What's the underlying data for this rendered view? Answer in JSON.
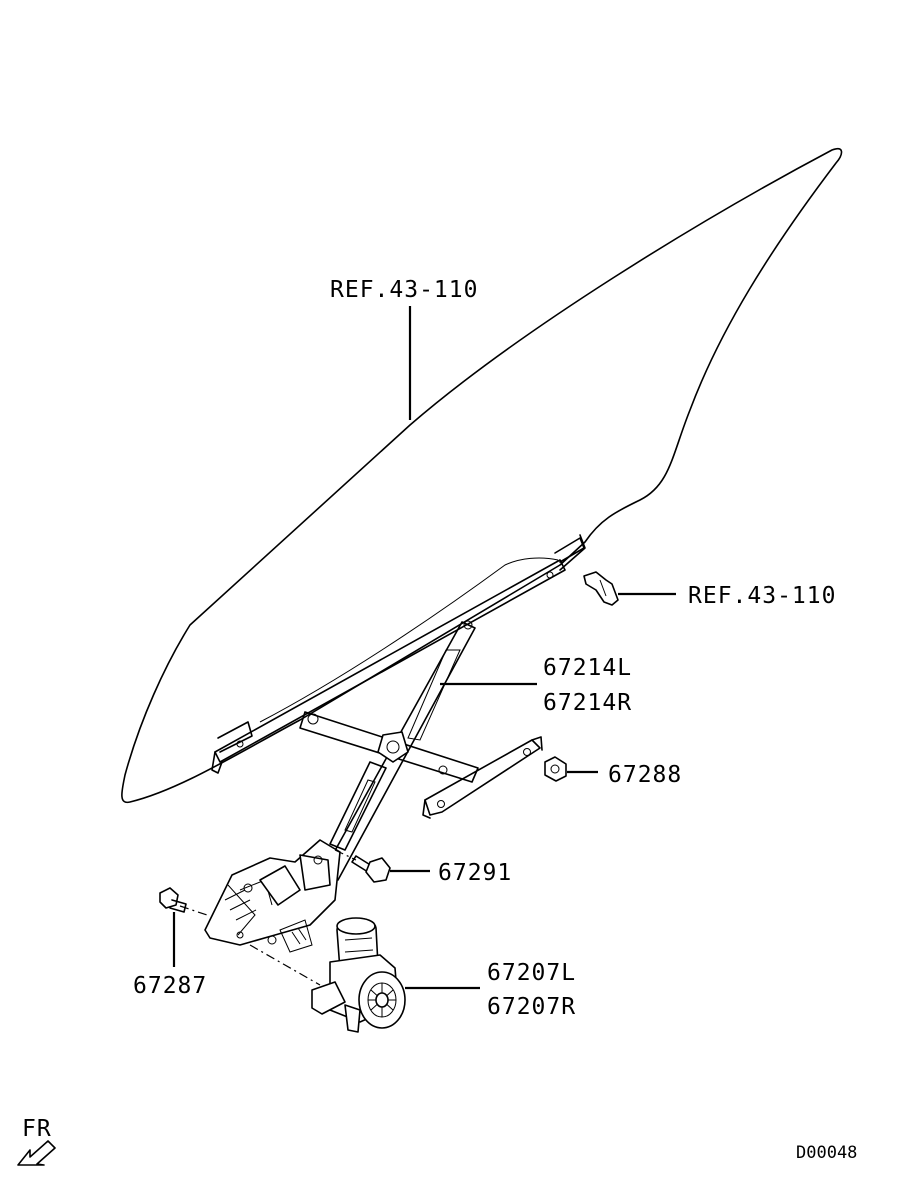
{
  "labels": {
    "glass_ref": "REF.43-110",
    "clip_ref": "REF.43-110",
    "regulator_left": "67214L",
    "regulator_right": "67214R",
    "nut": "67288",
    "bolt": "67291",
    "stud": "67287",
    "motor_left": "67207L",
    "motor_right": "67207R",
    "direction": "FR",
    "diagram_code": "D00048"
  },
  "colors": {
    "line": "#000000",
    "background": "#ffffff"
  }
}
